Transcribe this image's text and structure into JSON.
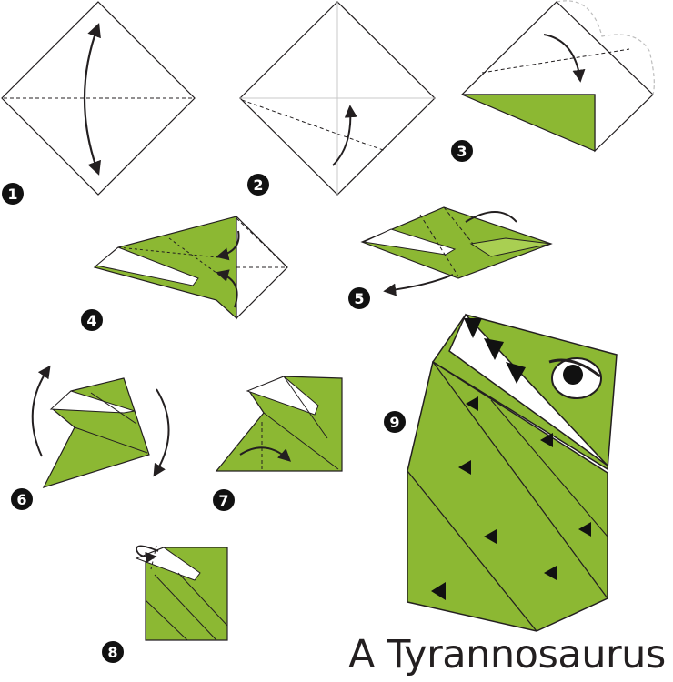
{
  "title": "A Tyrannosaurus",
  "colors": {
    "paper_green": "#8cb833",
    "paper_white": "#ffffff",
    "outline": "#231f20",
    "guide_line": "#c8c8c8",
    "badge": "#111111"
  },
  "steps": [
    {
      "number": "1",
      "action": "fold in half and unfold (valley fold)"
    },
    {
      "number": "2",
      "action": "fold edge to center line"
    },
    {
      "number": "3",
      "action": "fold top corner down"
    },
    {
      "number": "4",
      "action": "fold flaps inward"
    },
    {
      "number": "5",
      "action": "fold and turn over"
    },
    {
      "number": "6",
      "action": "rotate"
    },
    {
      "number": "7",
      "action": "fold corner"
    },
    {
      "number": "8",
      "action": "inside reverse fold"
    },
    {
      "number": "9",
      "action": "finished model"
    }
  ]
}
